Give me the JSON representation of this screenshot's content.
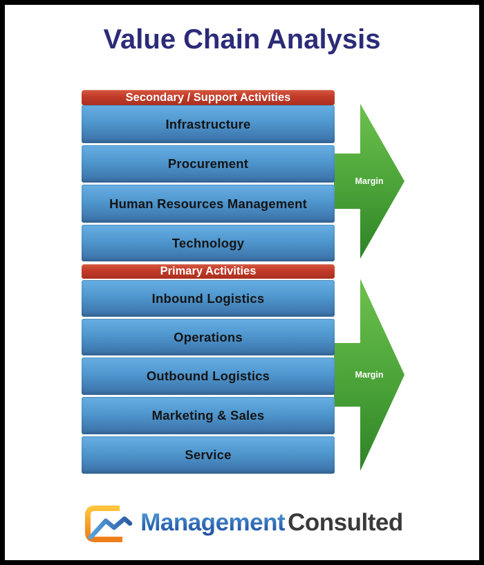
{
  "title": "Value Chain Analysis",
  "diagram": {
    "sections": [
      {
        "header": "Secondary / Support Activities",
        "rows": [
          "Infrastructure",
          "Procurement",
          "Human Resources Management",
          "Technology"
        ],
        "margin_label": "Margin"
      },
      {
        "header": "Primary Activities",
        "rows": [
          "Inbound Logistics",
          "Operations",
          "Outbound Logistics",
          "Marketing & Sales",
          "Service"
        ],
        "margin_label": "Margin"
      }
    ]
  },
  "footer": {
    "brand_word_1": "Management",
    "brand_word_2": "Consulted",
    "logo_icon": "line-chart-bracket-icon"
  },
  "colors": {
    "title_text": "#2B2B78",
    "header_bar_red": "#C23A28",
    "activity_bar_blue_top": "#66AEE3",
    "activity_bar_blue_bottom": "#3A6FA6",
    "arrow_green_top": "#68BC46",
    "arrow_green_bottom": "#2E8326",
    "brand_blue": "#2F6CBE",
    "brand_dark": "#3A3A3A",
    "frame_border": "#000000"
  }
}
